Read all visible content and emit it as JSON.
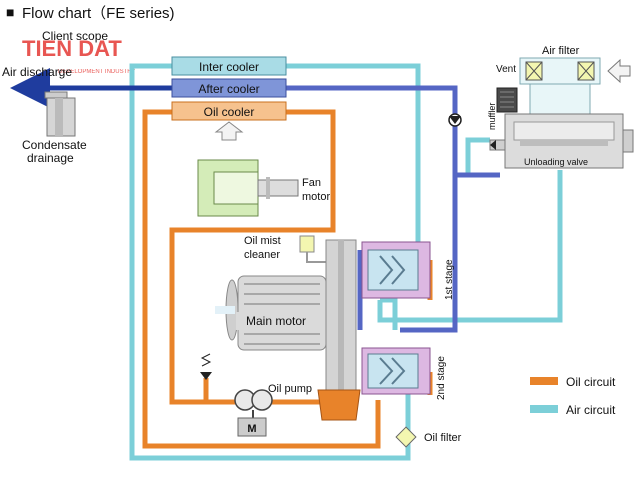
{
  "title": "Flow chart（FE series)",
  "title_marker": "■",
  "logo_text": "TIEN DAT",
  "logo_subtext": "DEVELOPMENT INDUSTRY",
  "labels": {
    "client_scope": "Client scope",
    "air_discharge": "Air discharge",
    "condensate_drainage_1": "Condensate",
    "condensate_drainage_2": "drainage",
    "inter_cooler": "Inter cooler",
    "after_cooler": "After cooler",
    "oil_cooler": "Oil cooler",
    "fan_motor_1": "Fan",
    "fan_motor_2": "motor",
    "oil_mist_cleaner_1": "Oil mist",
    "oil_mist_cleaner_2": "cleaner",
    "main_motor": "Main motor",
    "oil_pump": "Oil pump",
    "motor_m": "M",
    "oil_filter": "Oil filter",
    "vent": "Vent",
    "muffler": "muffler",
    "air_filter": "Air filter",
    "unloading_valve": "Unloading valve",
    "stage_1": "1st stage",
    "stage_2": "2nd stage"
  },
  "legend": {
    "oil_circuit": "Oil circuit",
    "air_circuit": "Air circuit"
  },
  "colors": {
    "oil": "#E8832A",
    "air": "#7CCFD8",
    "compressed_air": "#5566C4",
    "discharge": "#1F3C9E",
    "cooler_fill": "#A9DCE6",
    "after_cooler_fill": "#7F95D8",
    "oil_cooler_fill": "#F6C28E",
    "logo": "#E53935"
  }
}
